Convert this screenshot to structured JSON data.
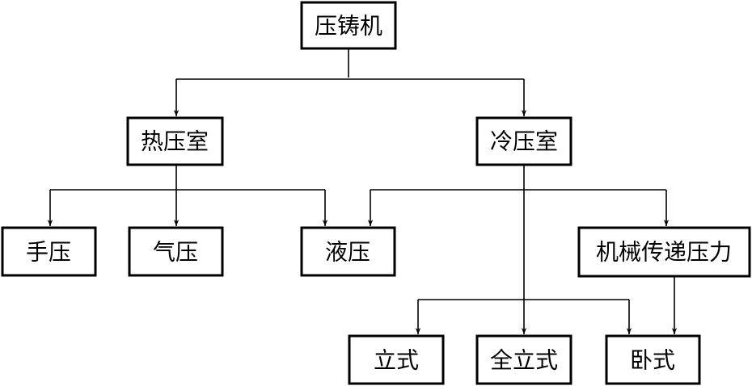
{
  "nodes": {
    "root": "压铸机",
    "hot": "热压室",
    "cold": "冷压室",
    "manual": "手压",
    "pneumatic": "气压",
    "hydraulic": "液压",
    "mechanical": "机械传递压力",
    "vertical": "立式",
    "full_vertical": "全立式",
    "horizontal": "卧式"
  },
  "colors": {
    "line": "#000000",
    "box_border": "#000000",
    "background": "#ffffff"
  }
}
